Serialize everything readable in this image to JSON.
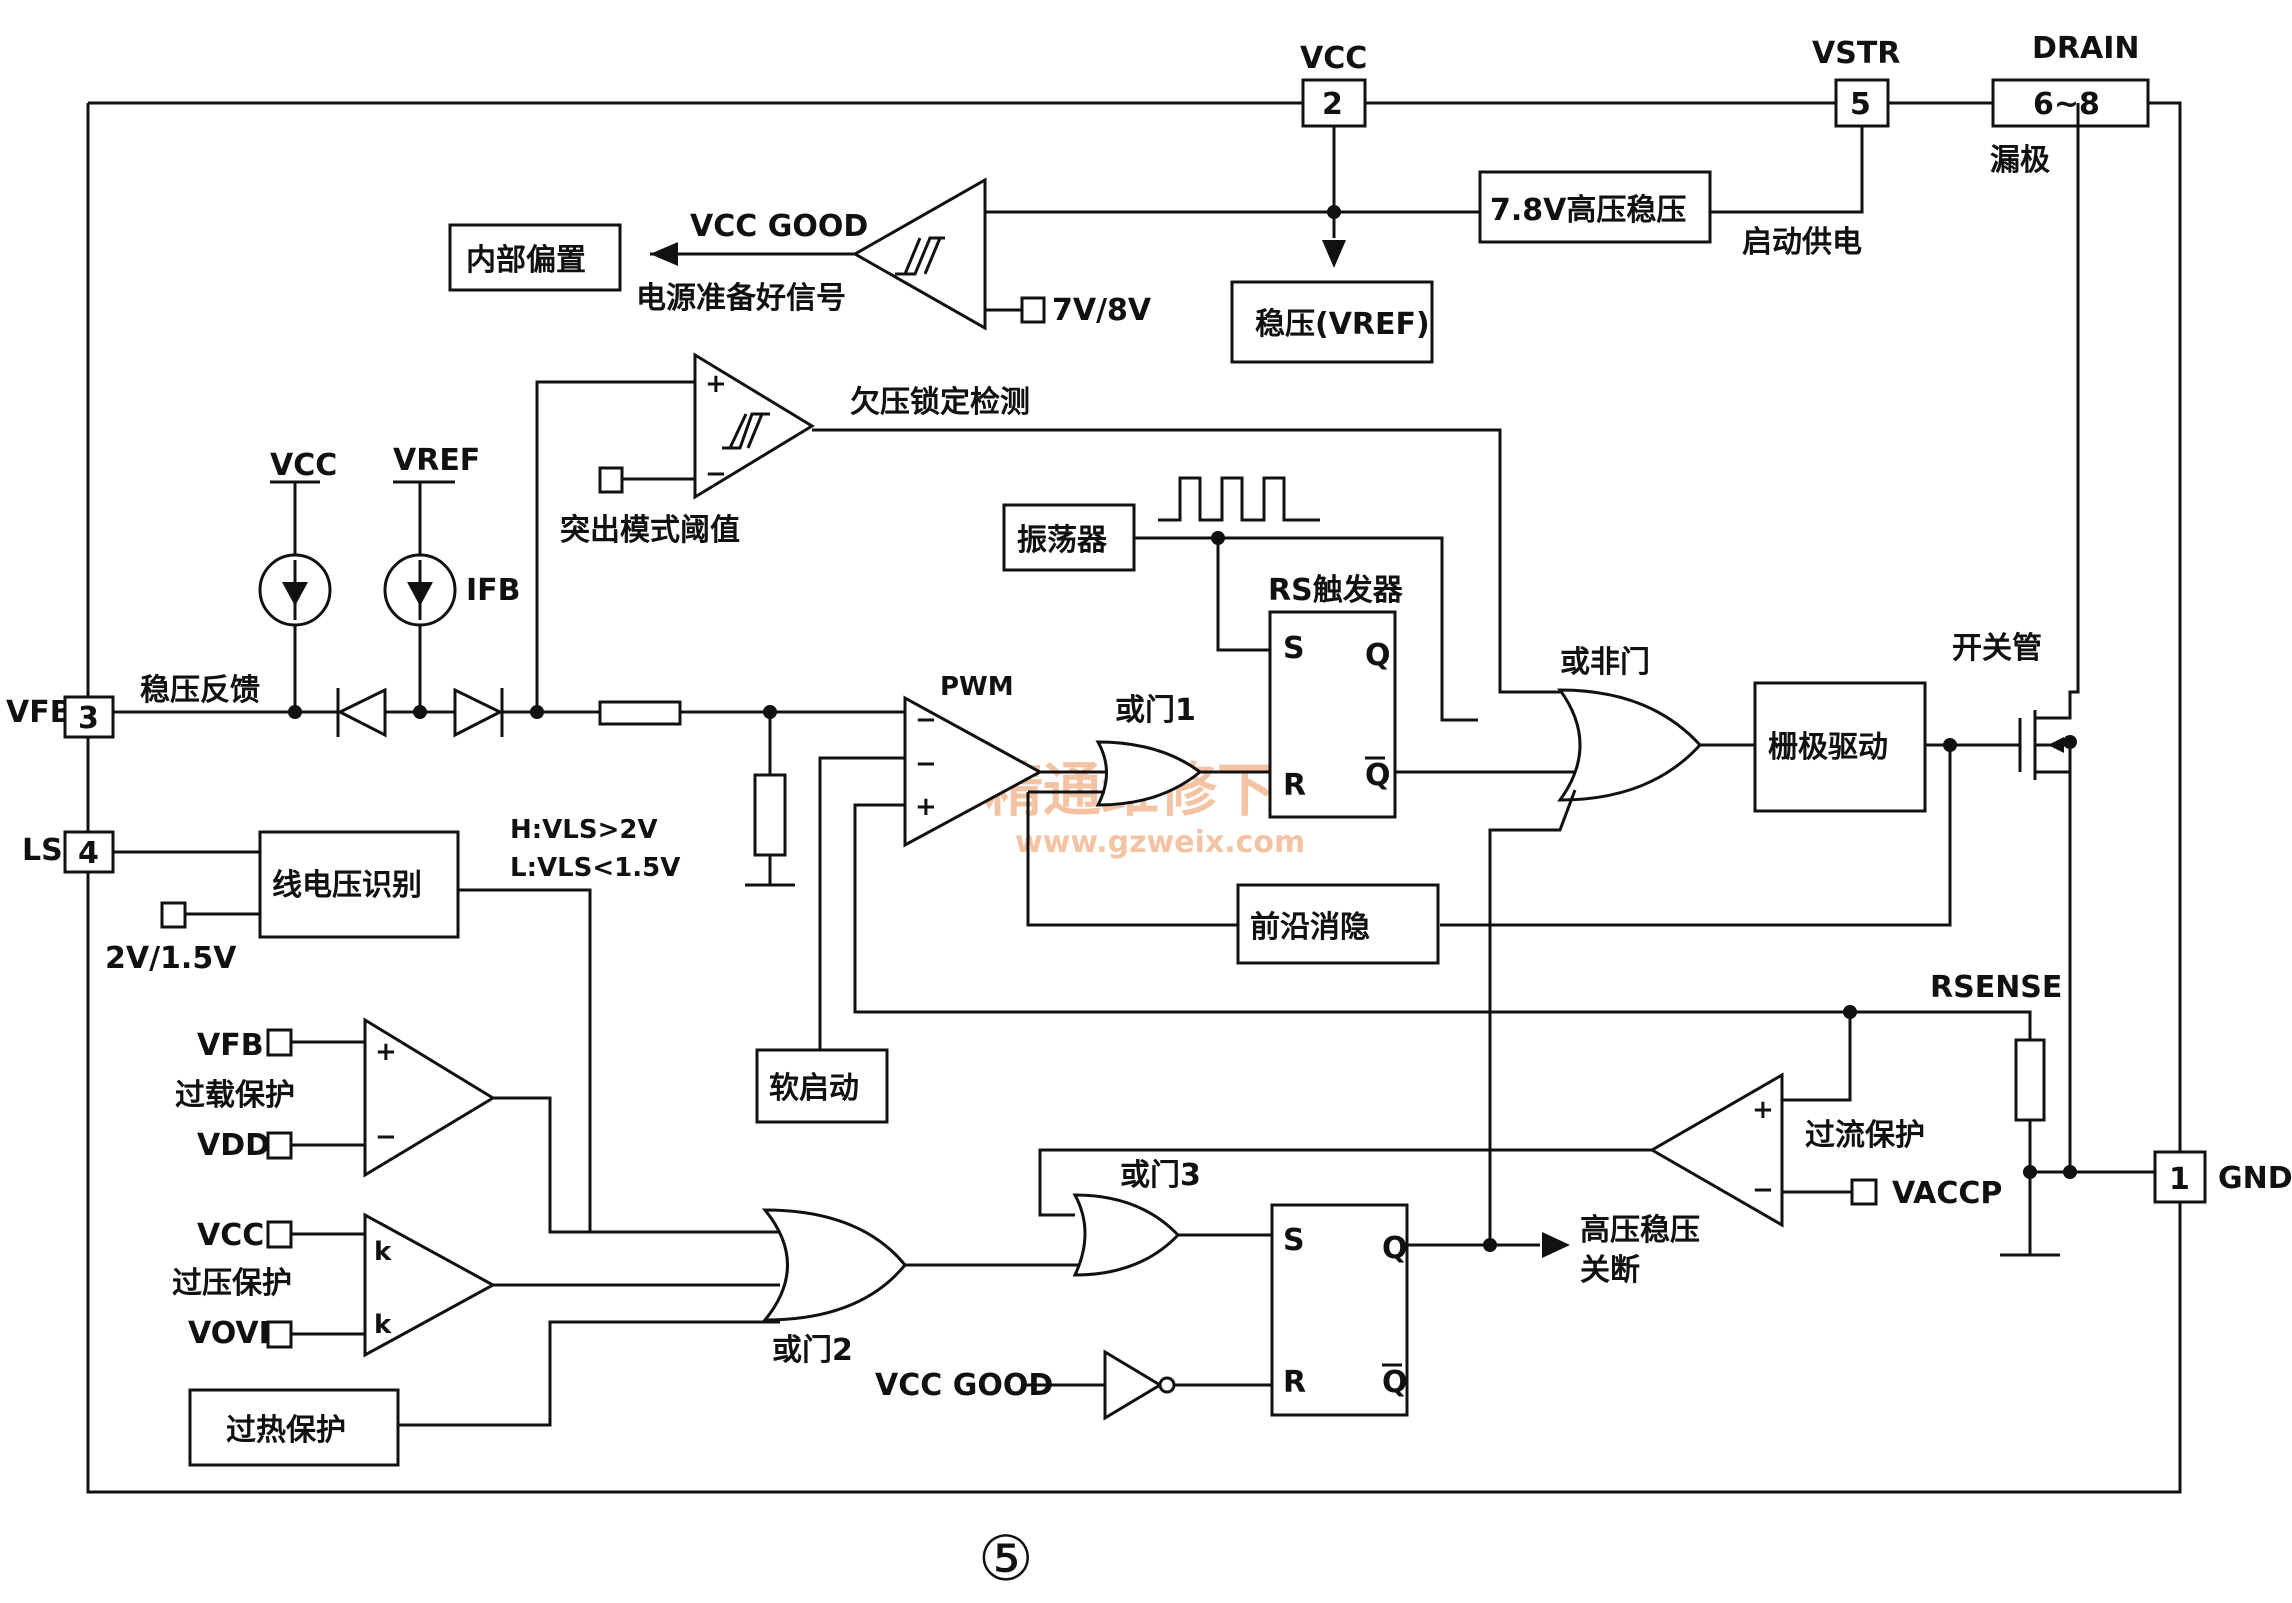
{
  "pins": {
    "vcc": {
      "name": "VCC",
      "num": "2"
    },
    "vstr": {
      "name": "VSTR",
      "num": "5"
    },
    "drain": {
      "name": "DRAIN",
      "num": "6~8",
      "cn": "漏极"
    },
    "vfb": {
      "name": "VFB",
      "num": "3"
    },
    "ls": {
      "name": "LS",
      "num": "4"
    },
    "gnd": {
      "name": "GND",
      "num": "1"
    }
  },
  "blocks": {
    "internal_bias": "内部偏置",
    "hv_reg": "7.8V高压稳压",
    "vref_reg": "稳压(VREF)",
    "oscillator": "振荡器",
    "rs_ff": "RS触发器",
    "gate_drive": "栅极驱动",
    "leading_edge_blank": "前沿消隐",
    "line_voltage_detect": "线电压识别",
    "soft_start": "软启动",
    "over_temp": "过热保护"
  },
  "labels": {
    "vcc_good": "VCC GOOD",
    "power_ready": "电源准备好信号",
    "uvlo_thr": "7V/8V",
    "startup_supply": "启动供电",
    "uvlo_detect": "欠压锁定检测",
    "burst_thr": "突出模式阈值",
    "vcc": "VCC",
    "vref": "VREF",
    "ifb": "IFB",
    "fb_reg": "稳压反馈",
    "pwm": "PWM",
    "or1": "或门1",
    "nor_gate": "或非门",
    "switch": "开关管",
    "ls_high": "H:VLS>2V",
    "ls_low": "L:VLS<1.5V",
    "ls_thr": "2V/1.5V",
    "rsense": "RSENSE",
    "ovl_vfb": "VFB",
    "overload": "过载保护",
    "vdd": "VDD",
    "ovp_vcc": "VCC",
    "overvolt": "过压保护",
    "vovp": "VOVP",
    "or2": "或门2",
    "or3": "或门3",
    "overcurrent": "过流保护",
    "vaccp": "VACCP",
    "hv_shutdown_1": "高压稳压",
    "hv_shutdown_2": "关断",
    "vcc_good_2": "VCC GOOD",
    "s": "S",
    "r": "R",
    "q": "Q",
    "qbar": "Q",
    "plus": "+",
    "minus": "−",
    "k": "k"
  },
  "figure_number": "⑤",
  "watermark": {
    "cn": "精通维修下载",
    "url": "www.gzweix.com"
  }
}
